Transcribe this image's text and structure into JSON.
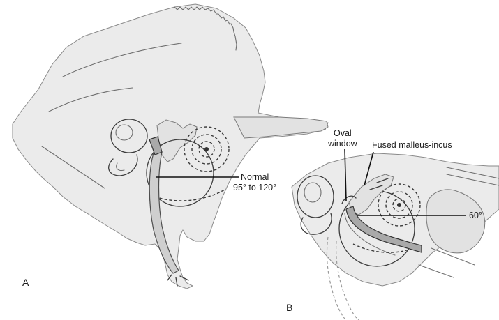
{
  "panels": [
    {
      "letter": "A",
      "annotations": [
        {
          "line1": "Normal",
          "line2": "95° to 120°"
        }
      ]
    },
    {
      "letter": "B",
      "annotations": [
        {
          "line1": "Oval",
          "line2": "window"
        },
        {
          "line1": "Fused malleus-incus"
        },
        {
          "line1": "60°"
        }
      ]
    }
  ]
}
